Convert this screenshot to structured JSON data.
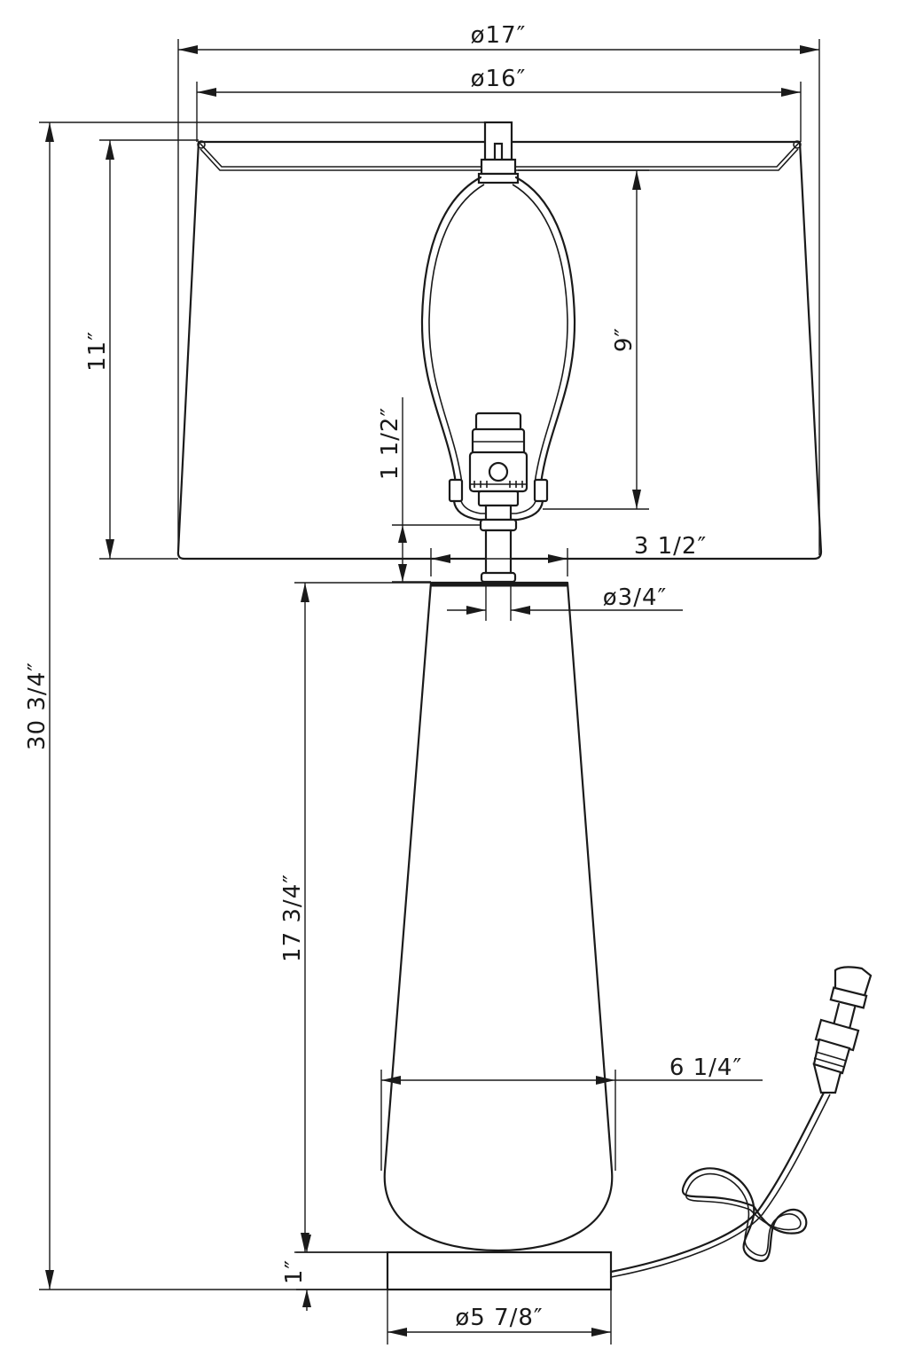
{
  "dimensions": {
    "shade_top_diameter": "ø17″",
    "shade_bottom_diameter": "ø16″",
    "overall_height": "30 3/4″",
    "shade_height": "11″",
    "harp_height": "9″",
    "socket_height": "1 1/2″",
    "neck_width": "3 1/2″",
    "neck_diameter": "ø3/4″",
    "body_height": "17 3/4″",
    "body_width": "6 1/4″",
    "base_height": "1″",
    "base_diameter": "ø5 7/8″"
  },
  "colors": {
    "line": "#1a1a1a",
    "background": "#ffffff"
  }
}
